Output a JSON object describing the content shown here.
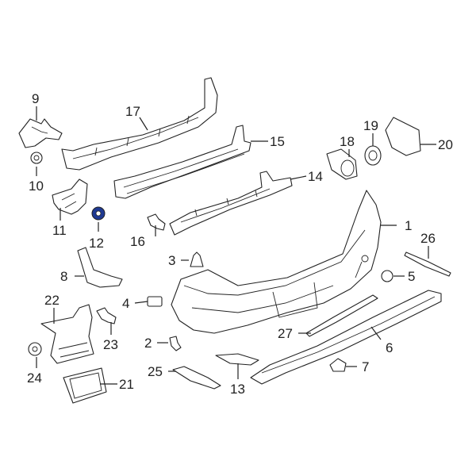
{
  "diagram": {
    "colors": {
      "line": "#222222",
      "highlight": "#1f3a93",
      "background": "#ffffff"
    },
    "callouts": [
      {
        "id": "p1",
        "label": "1"
      },
      {
        "id": "p2",
        "label": "2"
      },
      {
        "id": "p3",
        "label": "3"
      },
      {
        "id": "p4",
        "label": "4"
      },
      {
        "id": "p5",
        "label": "5"
      },
      {
        "id": "p6",
        "label": "6"
      },
      {
        "id": "p7",
        "label": "7"
      },
      {
        "id": "p8",
        "label": "8"
      },
      {
        "id": "p9",
        "label": "9"
      },
      {
        "id": "p10",
        "label": "10"
      },
      {
        "id": "p11",
        "label": "11"
      },
      {
        "id": "p12",
        "label": "12",
        "highlighted": true
      },
      {
        "id": "p13",
        "label": "13"
      },
      {
        "id": "p14",
        "label": "14"
      },
      {
        "id": "p15",
        "label": "15"
      },
      {
        "id": "p16",
        "label": "16"
      },
      {
        "id": "p17",
        "label": "17"
      },
      {
        "id": "p18",
        "label": "18"
      },
      {
        "id": "p19",
        "label": "19"
      },
      {
        "id": "p20",
        "label": "20"
      },
      {
        "id": "p21",
        "label": "21"
      },
      {
        "id": "p22",
        "label": "22"
      },
      {
        "id": "p23",
        "label": "23"
      },
      {
        "id": "p24",
        "label": "24"
      },
      {
        "id": "p25",
        "label": "25"
      },
      {
        "id": "p26",
        "label": "26"
      },
      {
        "id": "p27",
        "label": "27"
      }
    ]
  }
}
